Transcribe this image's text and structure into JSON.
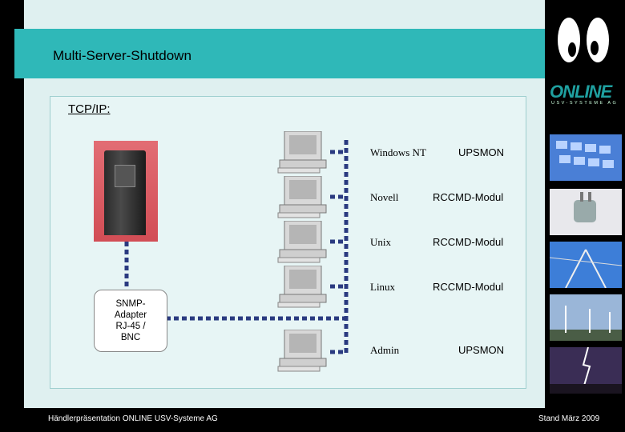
{
  "slide": {
    "title": "Multi-Server-Shutdown",
    "subtitle": "TCP/IP:",
    "adapter": {
      "line1": "SNMP-",
      "line2": "Adapter",
      "line3": "RJ-45 /",
      "line4": "BNC"
    },
    "nodes": [
      {
        "os": "Windows NT",
        "module": "UPSMON"
      },
      {
        "os": "Novell",
        "module": "RCCMD-Modul"
      },
      {
        "os": "Unix",
        "module": "RCCMD-Modul"
      },
      {
        "os": "Linux",
        "module": "RCCMD-Modul"
      },
      {
        "os": "Admin",
        "module": "UPSMON"
      }
    ]
  },
  "branding": {
    "logo": "ONLINE",
    "logo_sub": "USV-SYSTEME AG"
  },
  "footer": {
    "left": "Händlerpräsentation ONLINE USV-Systeme AG",
    "right": "Stand März 2009"
  },
  "colors": {
    "accent": "#2fb8b8",
    "background": "#dff0f0",
    "connector": "#2a3a80"
  }
}
